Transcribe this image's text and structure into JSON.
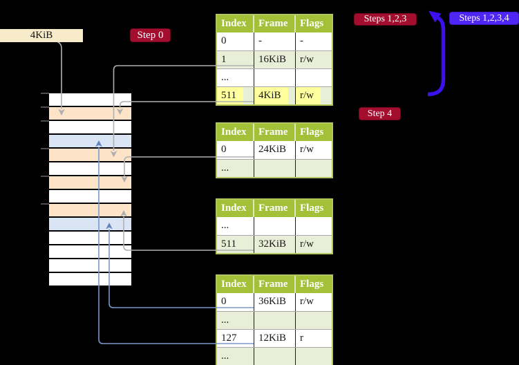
{
  "labels": {
    "page_size": "4KiB",
    "step0": "Step 0",
    "steps123": "Steps 1,2,3",
    "steps1234": "Steps 1,2,3,4",
    "step4": "Step 4"
  },
  "table_headers": [
    "Index",
    "Frame",
    "Flags"
  ],
  "tables": [
    {
      "rows": [
        [
          "0",
          "-",
          "-"
        ],
        [
          "1",
          "16KiB",
          "r/w"
        ],
        [
          "...",
          "",
          ""
        ],
        [
          "511",
          "4KiB",
          "r/w"
        ]
      ],
      "highlighted_row": 3
    },
    {
      "rows": [
        [
          "0",
          "24KiB",
          "r/w"
        ],
        [
          "...",
          "",
          ""
        ]
      ]
    },
    {
      "rows": [
        [
          "...",
          "",
          ""
        ],
        [
          "511",
          "32KiB",
          "r/w"
        ]
      ]
    },
    {
      "rows": [
        [
          "0",
          "36KiB",
          "r/w"
        ],
        [
          "...",
          "",
          ""
        ],
        [
          "127",
          "12KiB",
          "r"
        ],
        [
          "...",
          "",
          ""
        ]
      ]
    }
  ],
  "memory_strip": {
    "row_colors": [
      "#ffffff",
      "#fde3c8",
      "#ffffff",
      "#d9e4f5",
      "#fde3c8",
      "#ffffff",
      "#fde3c8",
      "#ffffff",
      "#fde3c8",
      "#d9e4f5",
      "#ffffff",
      "#ffffff",
      "#ffffff",
      "#ffffff"
    ],
    "tick_tops": [
      134,
      154,
      174,
      214,
      254,
      294
    ]
  },
  "colors": {
    "background": "#000000",
    "page_size_label_bg": "#f7ebc9",
    "red_badge": "#a30d2e",
    "blue_badge": "#4f26f3",
    "table_header_green": "#a3c039",
    "table_alt_row": "#e9eed8",
    "table_border": "#b2c55f",
    "highlight_yellow": "#ffff9d",
    "page_free": "#ffffff",
    "page_table_peach": "#fde3c8",
    "page_mapped_blue": "#d9e4f5",
    "gray_arrow": "#b0b0b0",
    "thin_blue_arrow": "#7b98ca",
    "loop_arrow_blue": "#3c10ef"
  }
}
